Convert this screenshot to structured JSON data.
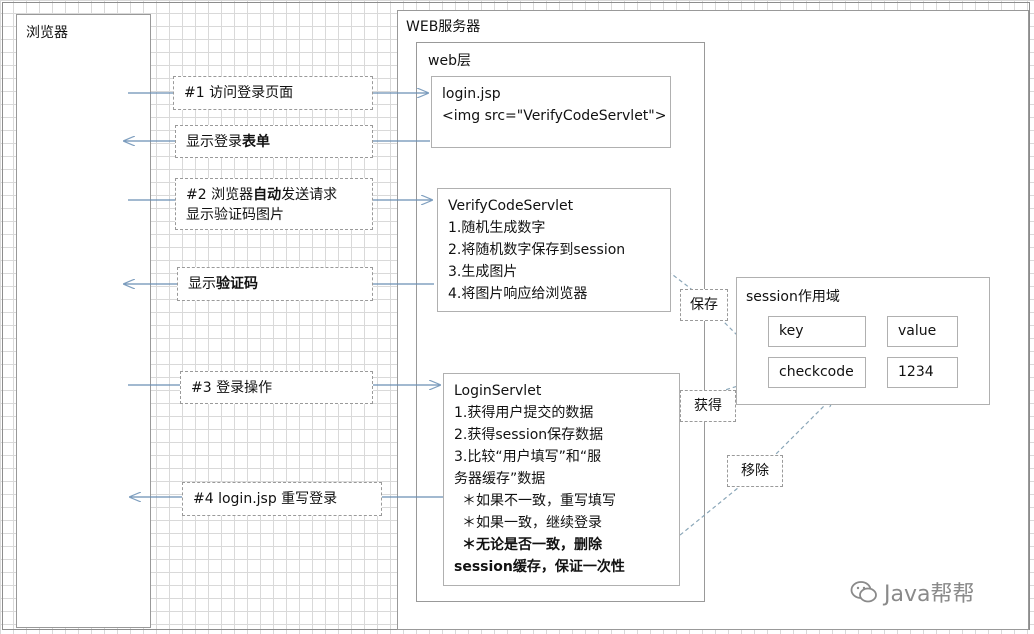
{
  "browser": {
    "title": "浏览器"
  },
  "server": {
    "title": "WEB服务器",
    "web_layer": "web层"
  },
  "steps": {
    "s1": "#1 访问登录页面",
    "show_form_a": "显示登录",
    "show_form_b": "表单",
    "s2_line1_a": "#2 浏览器",
    "s2_line1_b": "自动",
    "s2_line1_c": "发送请求",
    "s2_line2": "显示验证码图片",
    "show_code_a": "显示",
    "show_code_b": "验证码",
    "s3": "#3 登录操作",
    "s4": "#4 login.jsp 重写登录"
  },
  "login_jsp": {
    "line1": "login.jsp",
    "line2": "<img src=\"VerifyCodeServlet\">"
  },
  "verify_servlet": {
    "title": "VerifyCodeServlet",
    "items": [
      "1.随机生成数字",
      "2.将随机数字保存到session",
      "3.生成图片",
      "4.将图片响应给浏览器"
    ]
  },
  "login_servlet": {
    "title": "LoginServlet",
    "items": [
      "1.获得用户提交的数据",
      "2.获得session保存数据",
      "3.比较“用户填写”和“服",
      "务器缓存”数据",
      "＊如果不一致，重写填写",
      "＊如果一致，继续登录"
    ],
    "bold_items": [
      "＊无论是否一致，删除",
      "session缓存，保证一次性"
    ]
  },
  "session": {
    "title": "session作用域",
    "key_header": "key",
    "value_header": "value",
    "key": "checkcode",
    "value": "1234"
  },
  "tags": {
    "save": "保存",
    "get": "获得",
    "remove": "移除"
  },
  "watermark": "Java帮帮"
}
